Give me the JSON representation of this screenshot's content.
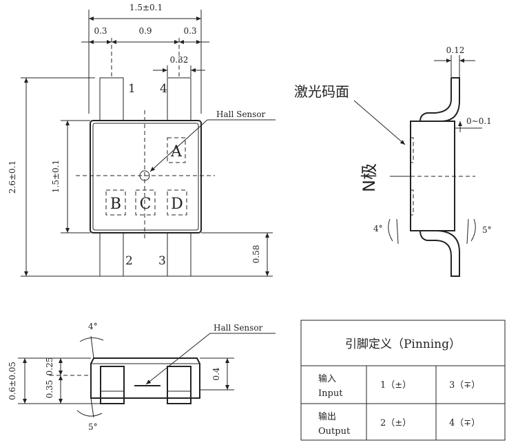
{
  "top_view": {
    "dims": {
      "overall_width": "1.5±0.1",
      "left_gap": "0.3",
      "lead_pitch": "0.9",
      "right_gap": "0.3",
      "lead_width": "0.32",
      "overall_height": "2.6±0.1",
      "body_height": "1.5±0.1",
      "lead_length": "0.58"
    },
    "pins": [
      "1",
      "4",
      "2",
      "3"
    ],
    "pads": [
      "A",
      "B",
      "C",
      "D"
    ],
    "sensor_label": "Hall Sensor"
  },
  "side_view": {
    "dims": {
      "lead_thickness": "0.12",
      "standoff": "0~0.1",
      "angle_left": "4°",
      "angle_right": "5°"
    },
    "marking_face_label": "激光码面",
    "pole_label": "N极"
  },
  "front_view": {
    "dims": {
      "total_height": "0.6±0.05",
      "upper": "0.25",
      "lower": "0.35",
      "body": "0.4",
      "angle_top": "4°",
      "angle_bottom": "5°"
    },
    "sensor_label": "Hall Sensor"
  },
  "pinning_table": {
    "title": "引脚定义（Pinning）",
    "rows": [
      {
        "label_cn": "输入",
        "label_en": "Input",
        "col1": "1（±）",
        "col2": "3（∓）"
      },
      {
        "label_cn": "输出",
        "label_en": "Output",
        "col1": "2（±）",
        "col2": "4（∓）"
      }
    ]
  }
}
